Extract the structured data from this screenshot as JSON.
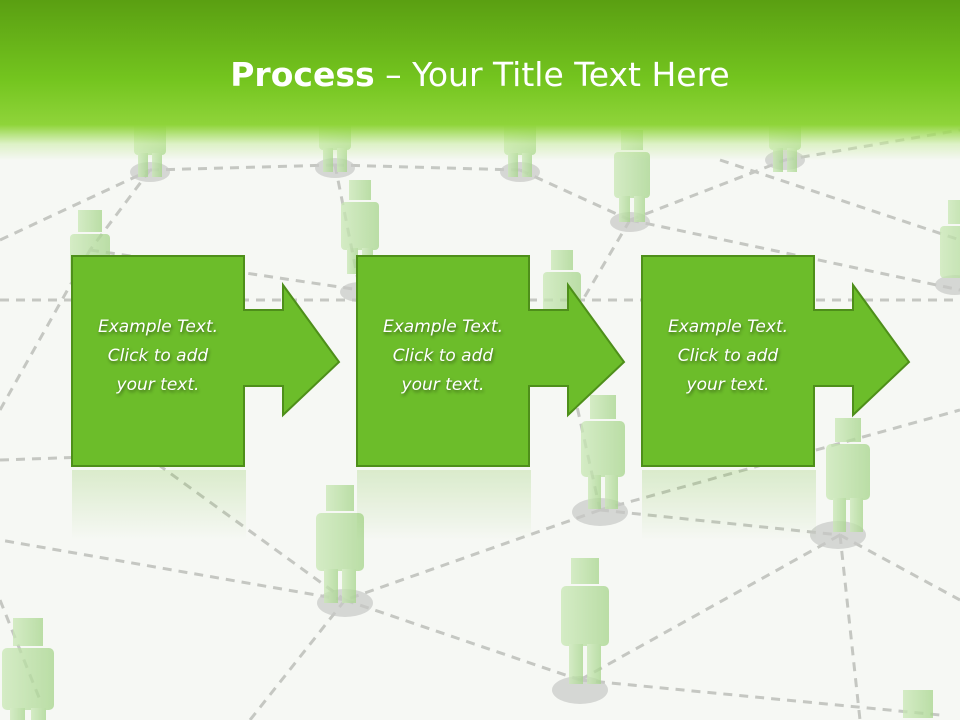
{
  "slide": {
    "title_bold": "Process",
    "title_rest": " – Your Title Text Here"
  },
  "steps": [
    {
      "line1": "Example Text.",
      "line2": "Click  to add",
      "line3": "your text."
    },
    {
      "line1": "Example Text.",
      "line2": "Click  to add",
      "line3": "your text."
    },
    {
      "line1": "Example Text.",
      "line2": "Click  to add",
      "line3": "your text."
    }
  ],
  "colors": {
    "accent": "#6cbd2a",
    "accent_border": "#4e8f1a",
    "header_top": "#5a9f12",
    "background": "#f6f8f4"
  }
}
